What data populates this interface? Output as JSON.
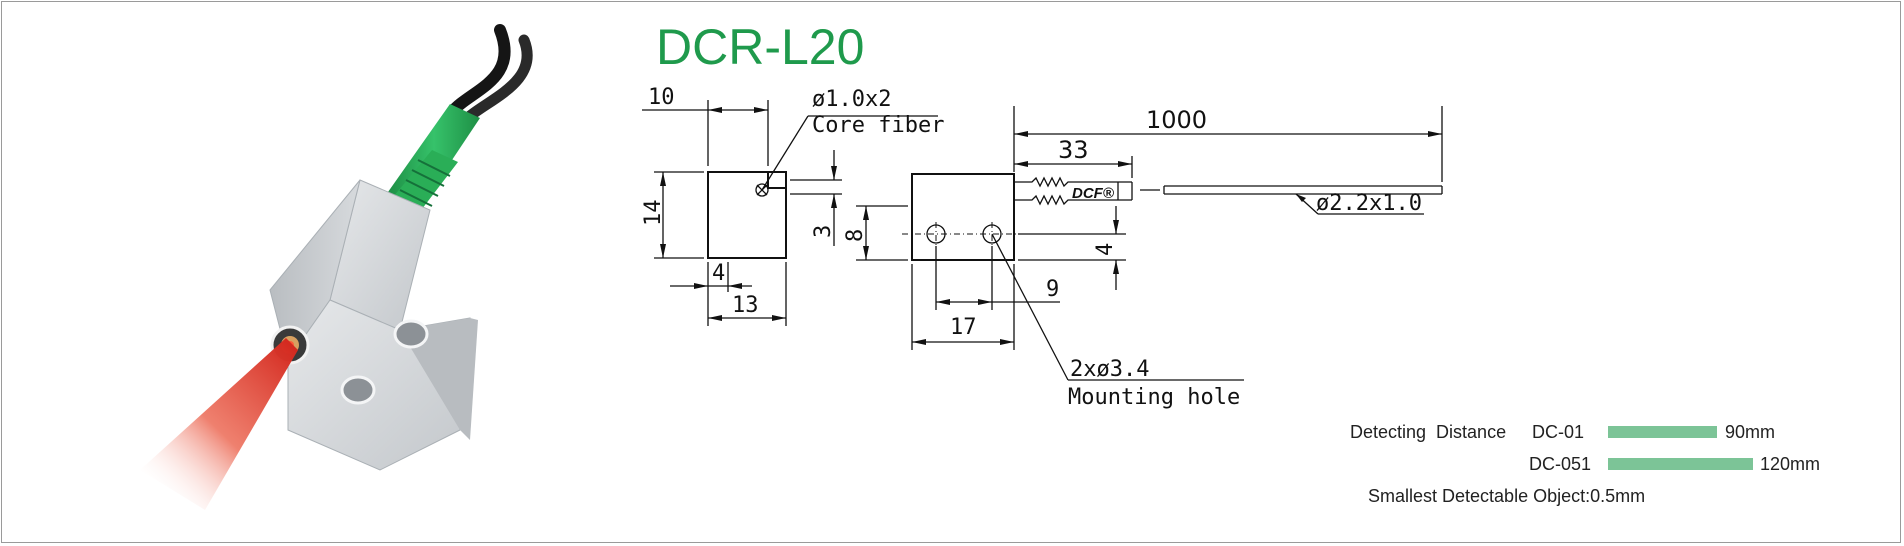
{
  "title": "DCR-L20",
  "front_view": {
    "dim_width": "10",
    "dim_height": "14",
    "dim_slot": "4",
    "dim_base": "13",
    "dim_core_offset": "3",
    "callout_line1": "ø1.0x2",
    "callout_line2": "Core fiber"
  },
  "side_view": {
    "dim_height": "8",
    "dim_hole_offset": "4",
    "dim_hole_spacing": "9",
    "dim_width": "17",
    "dim_sleeve": "33",
    "dim_cable_length": "1000",
    "cable_label": "ø2.2x1.0",
    "brand_mark": "DCF®",
    "hole_line1": "2xø3.4",
    "hole_line2": "Mounting hole"
  },
  "specs": {
    "detecting_label": "Detecting  Distance",
    "rows": [
      {
        "model": "DC-01",
        "value": "90mm",
        "fraction": 0.75
      },
      {
        "model": "DC-051",
        "value": "120mm",
        "fraction": 1.0
      }
    ],
    "smallest_object": "Smallest Detectable Object:0.5mm"
  },
  "colors": {
    "title": "#1f9a4c",
    "bar": "#7cc497",
    "boot": "#2bb35a",
    "beam": "#e8322a"
  }
}
